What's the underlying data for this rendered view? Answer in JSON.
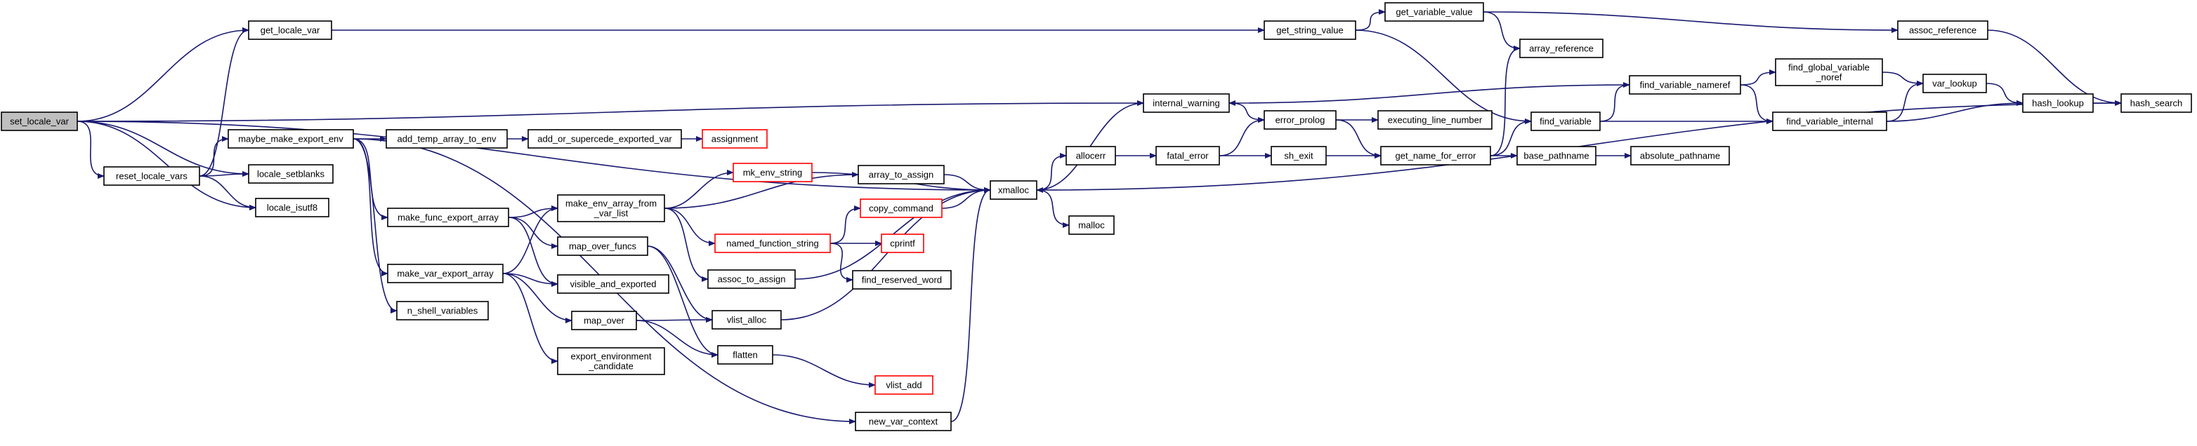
{
  "diagram": {
    "title": "",
    "style": {
      "edge_color": "#191970",
      "node_border": "#000000",
      "missing_border": "#ff0000",
      "root_fill": "#bfbfbf"
    },
    "nodes": [
      {
        "id": "set_locale_var",
        "label": [
          "set_locale_var"
        ],
        "root": true
      },
      {
        "id": "get_locale_var",
        "label": [
          "get_locale_var"
        ]
      },
      {
        "id": "reset_locale_vars",
        "label": [
          "reset_locale_vars"
        ]
      },
      {
        "id": "locale_setblanks",
        "label": [
          "locale_setblanks"
        ]
      },
      {
        "id": "locale_isutf8",
        "label": [
          "locale_isutf8"
        ]
      },
      {
        "id": "maybe_make_export_env",
        "label": [
          "maybe_make_export_env"
        ]
      },
      {
        "id": "add_temp_array_to_env",
        "label": [
          "add_temp_array_to_env"
        ]
      },
      {
        "id": "add_or_supercede_exported_var",
        "label": [
          "add_or_supercede_exported_var"
        ]
      },
      {
        "id": "assignment",
        "label": [
          "assignment"
        ],
        "missing": true
      },
      {
        "id": "make_func_export_array",
        "label": [
          "make_func_export_array"
        ]
      },
      {
        "id": "make_var_export_array",
        "label": [
          "make_var_export_array"
        ]
      },
      {
        "id": "n_shell_variables",
        "label": [
          "n_shell_variables"
        ]
      },
      {
        "id": "make_env_array_from_var_list",
        "label": [
          "make_env_array_from",
          "_var_list"
        ]
      },
      {
        "id": "map_over_funcs",
        "label": [
          "map_over_funcs"
        ]
      },
      {
        "id": "visible_and_exported",
        "label": [
          "visible_and_exported"
        ]
      },
      {
        "id": "map_over",
        "label": [
          "map_over"
        ]
      },
      {
        "id": "export_environment_candidate",
        "label": [
          "export_environment",
          "_candidate"
        ]
      },
      {
        "id": "mk_env_string",
        "label": [
          "mk_env_string"
        ],
        "missing": true
      },
      {
        "id": "array_to_assign",
        "label": [
          "array_to_assign"
        ]
      },
      {
        "id": "named_function_string",
        "label": [
          "named_function_string"
        ],
        "missing": true
      },
      {
        "id": "copy_command",
        "label": [
          "copy_command"
        ],
        "missing": true
      },
      {
        "id": "cprintf",
        "label": [
          "cprintf"
        ],
        "missing": true
      },
      {
        "id": "find_reserved_word",
        "label": [
          "find_reserved_word"
        ]
      },
      {
        "id": "assoc_to_assign",
        "label": [
          "assoc_to_assign"
        ]
      },
      {
        "id": "vlist_alloc",
        "label": [
          "vlist_alloc"
        ]
      },
      {
        "id": "flatten",
        "label": [
          "flatten"
        ]
      },
      {
        "id": "vlist_add",
        "label": [
          "vlist_add"
        ],
        "missing": true
      },
      {
        "id": "new_var_context",
        "label": [
          "new_var_context"
        ]
      },
      {
        "id": "xmalloc",
        "label": [
          "xmalloc"
        ]
      },
      {
        "id": "internal_warning",
        "label": [
          "internal_warning"
        ]
      },
      {
        "id": "allocerr",
        "label": [
          "allocerr"
        ]
      },
      {
        "id": "malloc",
        "label": [
          "malloc"
        ]
      },
      {
        "id": "fatal_error",
        "label": [
          "fatal_error"
        ]
      },
      {
        "id": "error_prolog",
        "label": [
          "error_prolog"
        ]
      },
      {
        "id": "sh_exit",
        "label": [
          "sh_exit"
        ]
      },
      {
        "id": "executing_line_number",
        "label": [
          "executing_line_number"
        ]
      },
      {
        "id": "get_name_for_error",
        "label": [
          "get_name_for_error"
        ]
      },
      {
        "id": "base_pathname",
        "label": [
          "base_pathname"
        ]
      },
      {
        "id": "absolute_pathname",
        "label": [
          "absolute_pathname"
        ]
      },
      {
        "id": "get_string_value",
        "label": [
          "get_string_value"
        ]
      },
      {
        "id": "get_variable_value",
        "label": [
          "get_variable_value"
        ]
      },
      {
        "id": "array_reference",
        "label": [
          "array_reference"
        ]
      },
      {
        "id": "find_variable",
        "label": [
          "find_variable"
        ]
      },
      {
        "id": "find_variable_nameref",
        "label": [
          "find_variable_nameref"
        ]
      },
      {
        "id": "find_global_variable_noref",
        "label": [
          "find_global_variable",
          "_noref"
        ]
      },
      {
        "id": "find_variable_internal",
        "label": [
          "find_variable_internal"
        ]
      },
      {
        "id": "var_lookup",
        "label": [
          "var_lookup"
        ]
      },
      {
        "id": "assoc_reference",
        "label": [
          "assoc_reference"
        ]
      },
      {
        "id": "hash_lookup",
        "label": [
          "hash_lookup"
        ]
      },
      {
        "id": "hash_search",
        "label": [
          "hash_search"
        ]
      }
    ],
    "edges": [
      [
        "set_locale_var",
        "get_locale_var"
      ],
      [
        "set_locale_var",
        "reset_locale_vars"
      ],
      [
        "set_locale_var",
        "locale_setblanks"
      ],
      [
        "set_locale_var",
        "locale_isutf8"
      ],
      [
        "set_locale_var",
        "internal_warning"
      ],
      [
        "set_locale_var",
        "xmalloc"
      ],
      [
        "get_locale_var",
        "get_string_value"
      ],
      [
        "reset_locale_vars",
        "get_locale_var"
      ],
      [
        "reset_locale_vars",
        "locale_setblanks"
      ],
      [
        "reset_locale_vars",
        "locale_isutf8"
      ],
      [
        "reset_locale_vars",
        "maybe_make_export_env"
      ],
      [
        "maybe_make_export_env",
        "add_temp_array_to_env"
      ],
      [
        "maybe_make_export_env",
        "make_func_export_array"
      ],
      [
        "maybe_make_export_env",
        "make_var_export_array"
      ],
      [
        "maybe_make_export_env",
        "n_shell_variables"
      ],
      [
        "maybe_make_export_env",
        "new_var_context"
      ],
      [
        "add_temp_array_to_env",
        "add_or_supercede_exported_var"
      ],
      [
        "add_or_supercede_exported_var",
        "assignment"
      ],
      [
        "make_func_export_array",
        "make_env_array_from_var_list"
      ],
      [
        "make_func_export_array",
        "map_over_funcs"
      ],
      [
        "make_func_export_array",
        "visible_and_exported"
      ],
      [
        "make_var_export_array",
        "make_env_array_from_var_list"
      ],
      [
        "make_var_export_array",
        "visible_and_exported"
      ],
      [
        "make_var_export_array",
        "map_over"
      ],
      [
        "make_var_export_array",
        "export_environment_candidate"
      ],
      [
        "make_env_array_from_var_list",
        "mk_env_string"
      ],
      [
        "make_env_array_from_var_list",
        "array_to_assign"
      ],
      [
        "make_env_array_from_var_list",
        "named_function_string"
      ],
      [
        "make_env_array_from_var_list",
        "assoc_to_assign"
      ],
      [
        "mk_env_string",
        "xmalloc"
      ],
      [
        "array_to_assign",
        "xmalloc"
      ],
      [
        "named_function_string",
        "copy_command"
      ],
      [
        "named_function_string",
        "cprintf"
      ],
      [
        "named_function_string",
        "find_reserved_word"
      ],
      [
        "copy_command",
        "xmalloc"
      ],
      [
        "assoc_to_assign",
        "xmalloc"
      ],
      [
        "map_over_funcs",
        "vlist_alloc"
      ],
      [
        "map_over_funcs",
        "flatten"
      ],
      [
        "map_over",
        "vlist_alloc"
      ],
      [
        "map_over",
        "flatten"
      ],
      [
        "vlist_alloc",
        "xmalloc"
      ],
      [
        "flatten",
        "vlist_add"
      ],
      [
        "new_var_context",
        "xmalloc"
      ],
      [
        "xmalloc",
        "internal_warning"
      ],
      [
        "xmalloc",
        "allocerr"
      ],
      [
        "xmalloc",
        "malloc"
      ],
      [
        "internal_warning",
        "error_prolog"
      ],
      [
        "allocerr",
        "fatal_error"
      ],
      [
        "fatal_error",
        "error_prolog"
      ],
      [
        "fatal_error",
        "sh_exit"
      ],
      [
        "sh_exit",
        "get_name_for_error"
      ],
      [
        "error_prolog",
        "executing_line_number"
      ],
      [
        "error_prolog",
        "get_name_for_error"
      ],
      [
        "get_name_for_error",
        "base_pathname"
      ],
      [
        "get_name_for_error",
        "array_reference"
      ],
      [
        "get_name_for_error",
        "find_variable"
      ],
      [
        "base_pathname",
        "absolute_pathname"
      ],
      [
        "get_string_value",
        "get_variable_value"
      ],
      [
        "get_string_value",
        "find_variable"
      ],
      [
        "get_variable_value",
        "array_reference"
      ],
      [
        "get_variable_value",
        "assoc_reference"
      ],
      [
        "find_variable",
        "find_variable_nameref"
      ],
      [
        "find_variable",
        "find_variable_internal"
      ],
      [
        "find_variable_nameref",
        "internal_warning"
      ],
      [
        "find_variable_nameref",
        "find_global_variable_noref"
      ],
      [
        "find_variable_nameref",
        "find_variable_internal"
      ],
      [
        "find_global_variable_noref",
        "var_lookup"
      ],
      [
        "find_variable_internal",
        "var_lookup"
      ],
      [
        "find_variable_internal",
        "hash_lookup"
      ],
      [
        "var_lookup",
        "hash_lookup"
      ],
      [
        "assoc_reference",
        "hash_search"
      ],
      [
        "hash_lookup",
        "hash_search"
      ],
      [
        "hash_search",
        "xmalloc"
      ]
    ]
  }
}
